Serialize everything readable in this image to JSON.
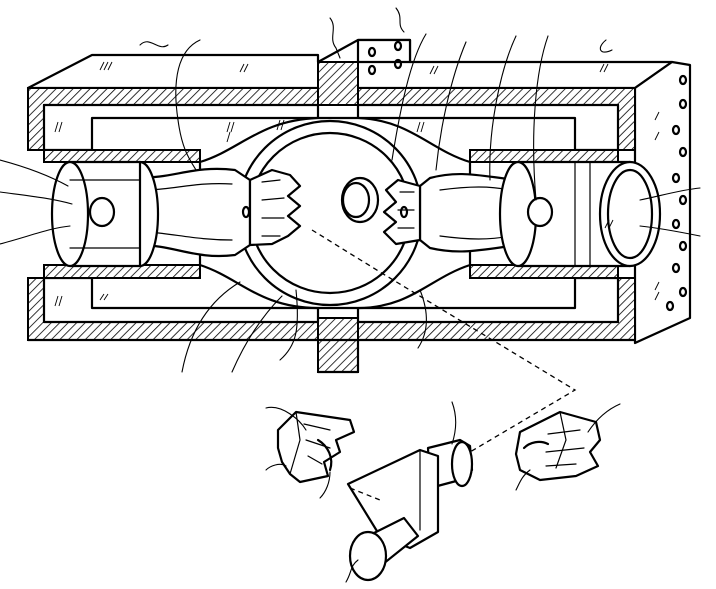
{
  "figure": {
    "background": "#ffffff",
    "ink": "#000000",
    "style": "patent line drawing, isometric cutaway",
    "parts": [
      "housing-block",
      "left-piston",
      "right-piston",
      "connecting-rod",
      "crank-ring",
      "left-gear-segment",
      "right-gear-segment",
      "crankshaft",
      "exploded-gear-left",
      "exploded-gear-right"
    ]
  }
}
